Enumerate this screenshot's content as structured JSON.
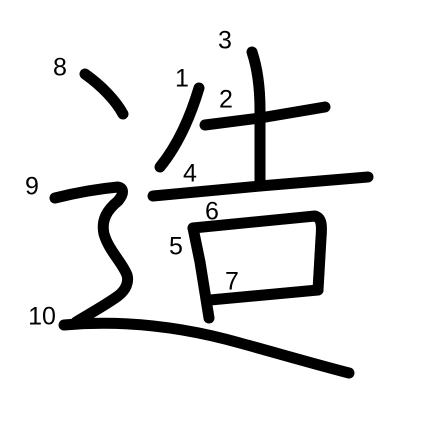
{
  "character": "造",
  "stroke_color": "#000000",
  "background_color": "#ffffff",
  "stroke_numbers": [
    "1",
    "2",
    "3",
    "4",
    "5",
    "6",
    "7",
    "8",
    "9",
    "10"
  ]
}
